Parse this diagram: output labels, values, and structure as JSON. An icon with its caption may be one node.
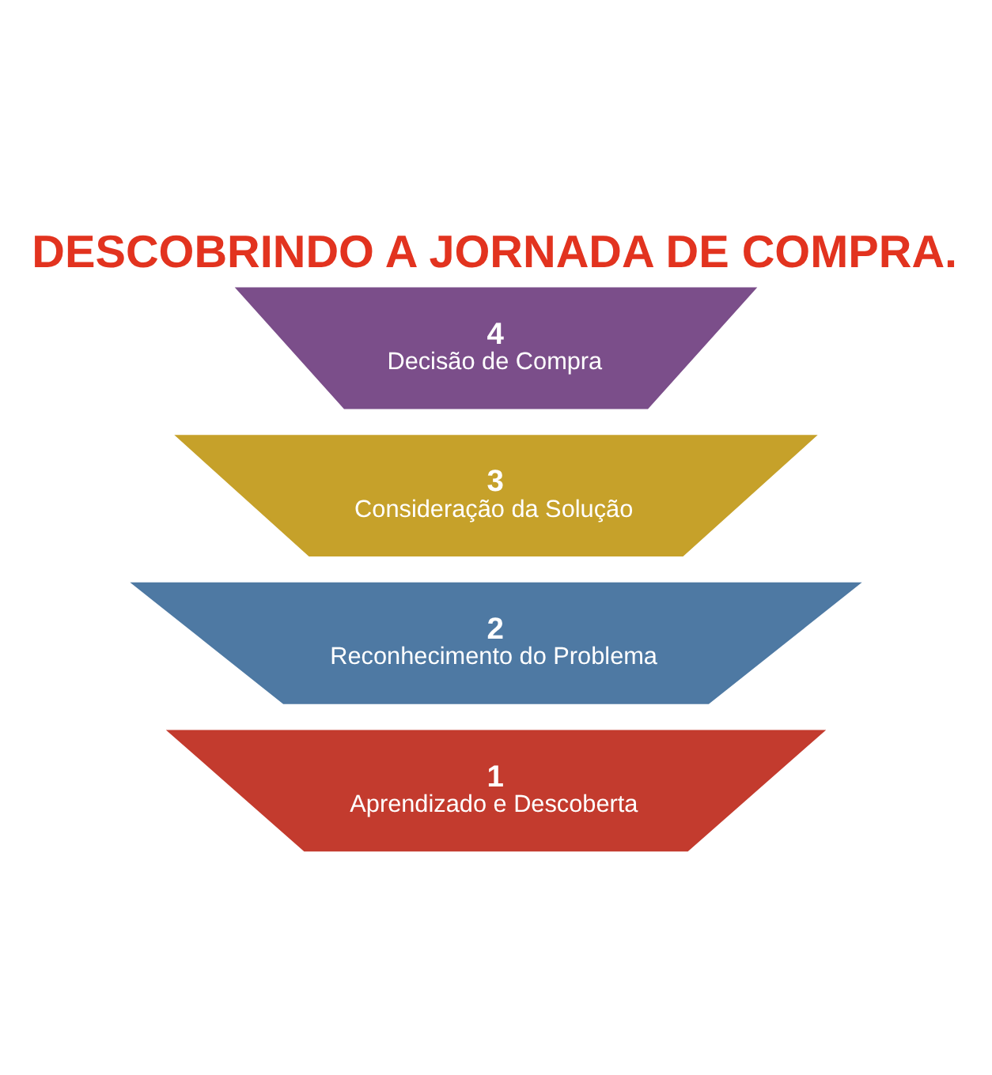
{
  "diagram": {
    "title": "DESCOBRINDO A JORNADA DE COMPRA.",
    "nodes": [
      {
        "text": [
          "1",
          "Aprendizado e Descoberta"
        ]
      },
      {
        "text": [
          "2",
          "Reconhecimento do Problema"
        ]
      },
      {
        "text": [
          "3",
          "Consideração da Solução"
        ]
      },
      {
        "text": [
          "4",
          "Decisão de Compra"
        ]
      }
    ],
    "edges": []
  }
}
